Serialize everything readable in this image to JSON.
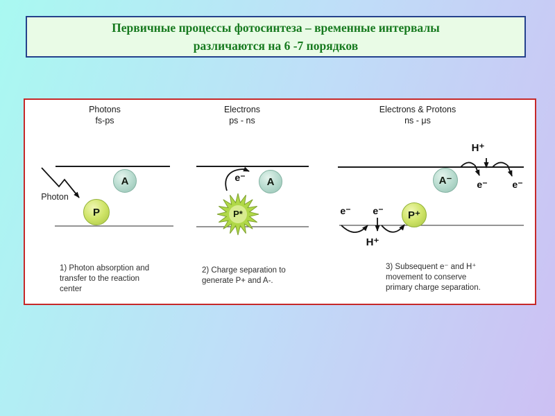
{
  "title": {
    "line1": "Первичные процессы фотосинтеза – временные интервалы",
    "line2": "различаются на 6 -7 порядков"
  },
  "diagram": {
    "panels": [
      {
        "header": "Photons",
        "timescale": "fs-ps",
        "photon_label": "Photon",
        "antenna_label": "A",
        "pigment_label": "P",
        "caption": "1) Photon absorption and transfer to the reaction center"
      },
      {
        "header": "Electrons",
        "timescale": "ps - ns",
        "electron_label": "e⁻",
        "antenna_label": "A",
        "excited_pigment_label": "P*",
        "caption": "2) Charge separation to generate P+ and A-."
      },
      {
        "header": "Electrons & Protons",
        "timescale": "ns - μs",
        "proton_top_label": "H⁺",
        "electron_top1_label": "e⁻",
        "electron_top2_label": "e⁻",
        "antenna_anion_label": "A⁻",
        "electron_bottom1_label": "e⁻",
        "electron_bottom2_label": "e⁻",
        "proton_bottom_label": "H⁺",
        "pigment_cation_label": "P⁺",
        "caption": "3) Subsequent e⁻ and H⁺ movement to conserve primary charge separation."
      }
    ]
  },
  "colors": {
    "background_gradient_start": "#a9f9f1",
    "background_gradient_mid": "#bfdef8",
    "background_gradient_end": "#cdc0f3",
    "title_box_fill": "#e9fbe6",
    "title_box_border": "#24418c",
    "title_text": "#177a1f",
    "diagram_border": "#c62828",
    "antenna_molecule": "#bcded2",
    "pigment_molecule": "#cfe468",
    "starburst": "#b0d848"
  }
}
